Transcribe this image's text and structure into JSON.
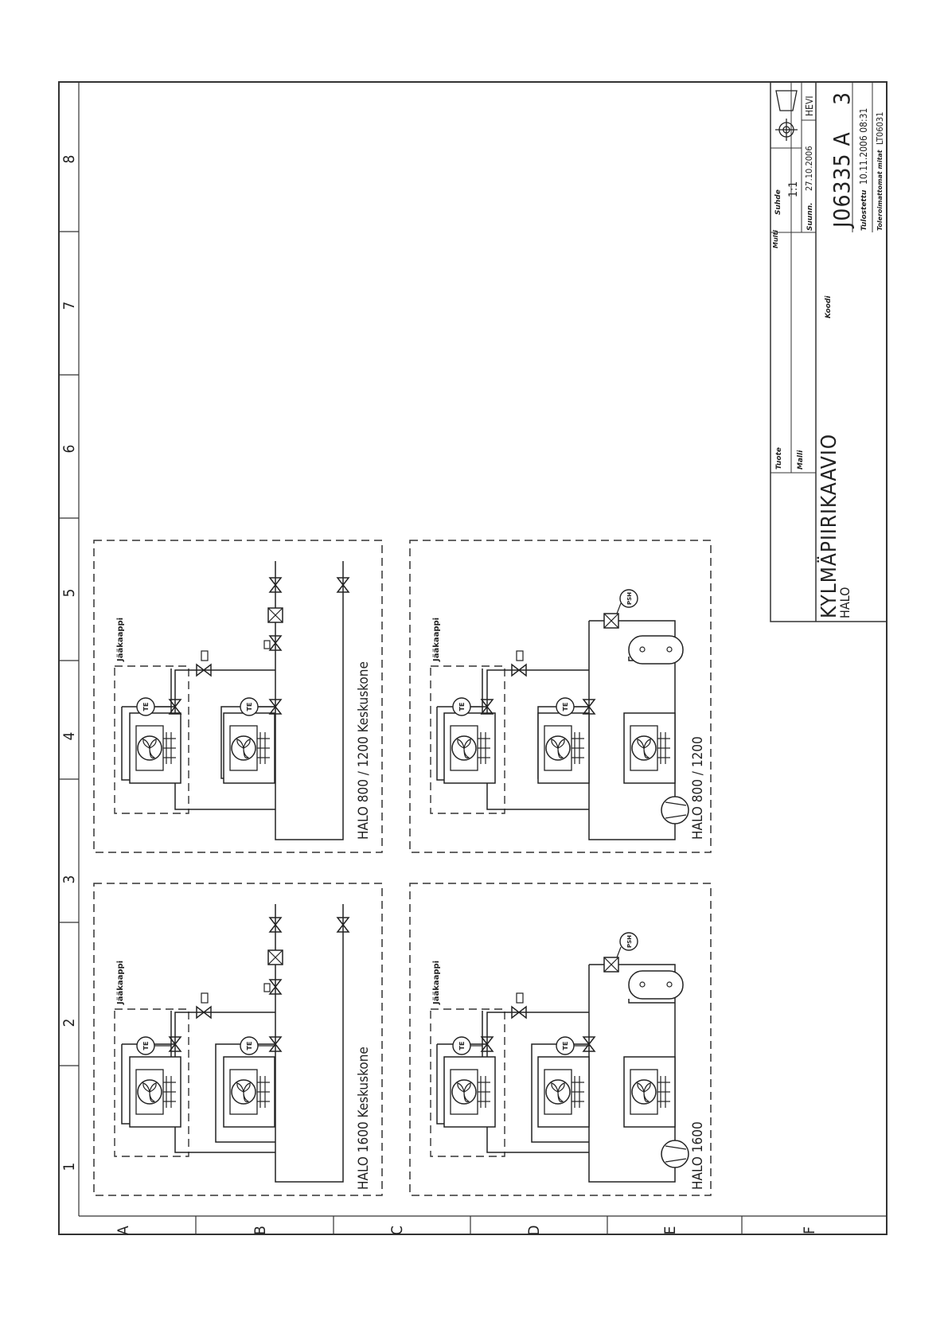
{
  "frame": {
    "columns": [
      "1",
      "2",
      "3",
      "4",
      "5",
      "6",
      "7",
      "8"
    ],
    "rows": [
      "A",
      "B",
      "C",
      "D",
      "E",
      "F"
    ]
  },
  "panels": [
    {
      "title": "HALO 1600 Keskuskone",
      "cabinet_label": "Jääkaappi"
    },
    {
      "title": "HALO 800 / 1200 Keskuskone",
      "cabinet_label": "Jääkaappi"
    },
    {
      "title": "HALO 1600",
      "cabinet_label": "Jääkaappi"
    },
    {
      "title": "HALO 800 / 1200",
      "cabinet_label": "Jääkaappi"
    }
  ],
  "symbols": {
    "te": "TE",
    "psh": "PSH"
  },
  "title_block": {
    "tuote_label": "Tuote",
    "malli_label": "Malli",
    "koodi_label": "Koodi",
    "multi_label": "Multi",
    "suhde_label": "Suhde",
    "scale": "1:1",
    "suunn_label": "Suunn.",
    "date": "27.10.2006",
    "author": "HEVI",
    "title": "KYLMÄPIIRIKAAVIO",
    "subtitle": "HALO",
    "drawing_number": "J06335 A",
    "revision": "3",
    "printed_label": "Tulostettu",
    "printed": "10.11.2006 08:31",
    "tolerance_label": "Toleroimattomat mitat",
    "tolerance": "LT06031"
  }
}
